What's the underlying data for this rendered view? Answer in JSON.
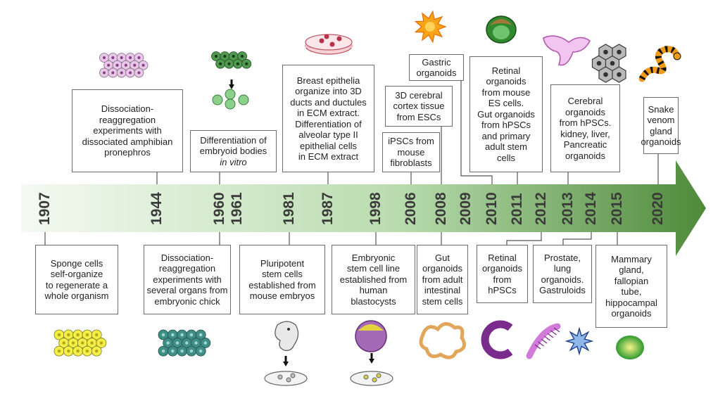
{
  "timeline": {
    "colors": {
      "arrow_start": "#f4faf1",
      "arrow_end": "#4e8a3a",
      "line": "#555555"
    },
    "years": [
      "1907",
      "1944",
      "1960",
      "1961",
      "1981",
      "1987",
      "1998",
      "2006",
      "2008",
      "2009",
      "2010",
      "2011",
      "2012",
      "2013",
      "2014",
      "2015",
      "2020"
    ],
    "events_top": [
      {
        "id": "amphibian",
        "text": "Dissociation-\nreaggregation\nexperiments with\ndissociated amphibian\npronephros"
      },
      {
        "id": "embryoid",
        "text": "Differentiation of\nembryoid bodies",
        "italic": "in vitro"
      },
      {
        "id": "breast",
        "text": "Breast epithelia\norganize into 3D\nducts and ductules\nin ECM extract.\nDifferentiation of\nalveolar type II\nepithelial cells\nin ECM extract"
      },
      {
        "id": "ipsc",
        "text": "iPSCs from\nmouse\nfibroblasts"
      },
      {
        "id": "cortex",
        "text": "3D cerebral\ncortex tissue\nfrom ESCs"
      },
      {
        "id": "gastric",
        "text": "Gastric\norganoids"
      },
      {
        "id": "retinal_mouse",
        "text": "Retinal\norganoids\nfrom mouse\nES cells.\nGut organoids\nfrom hPSCs\nand primary\nadult stem\ncells"
      },
      {
        "id": "cerebral",
        "text": "Cerebral\norganoids\nfrom hPSCs.\nkidney, liver,\nPancreatic\norganoids"
      },
      {
        "id": "snake",
        "text": "Snake\nvenom\ngland\norganoids"
      }
    ],
    "events_bottom": [
      {
        "id": "sponge",
        "text": "Sponge cells\nself-organize\nto regenerate a\nwhole organism"
      },
      {
        "id": "chick",
        "text": "Dissociation-\nreaggregation\nexperiments with\nseveral organs from\nembryonic chick"
      },
      {
        "id": "pluripotent",
        "text": "Pluripotent\nstem cells\nestablished from\nmouse embryos"
      },
      {
        "id": "embryonic",
        "text": "Embryonic\nstem cell line\nestablished from\nhuman\nblastocysts"
      },
      {
        "id": "gut",
        "text": "Gut\norganoids\nfrom adult\nintestinal\nstem cells"
      },
      {
        "id": "retinal_h",
        "text": "Retinal\norganoids\nfrom\nhPSCs"
      },
      {
        "id": "prostate",
        "text": "Prostate,\nlung\norganoids.\nGastruloids"
      },
      {
        "id": "mammary",
        "text": "Mammary\ngland,\nfallopian\ntube,\nhippocampal\norganoids"
      }
    ]
  }
}
